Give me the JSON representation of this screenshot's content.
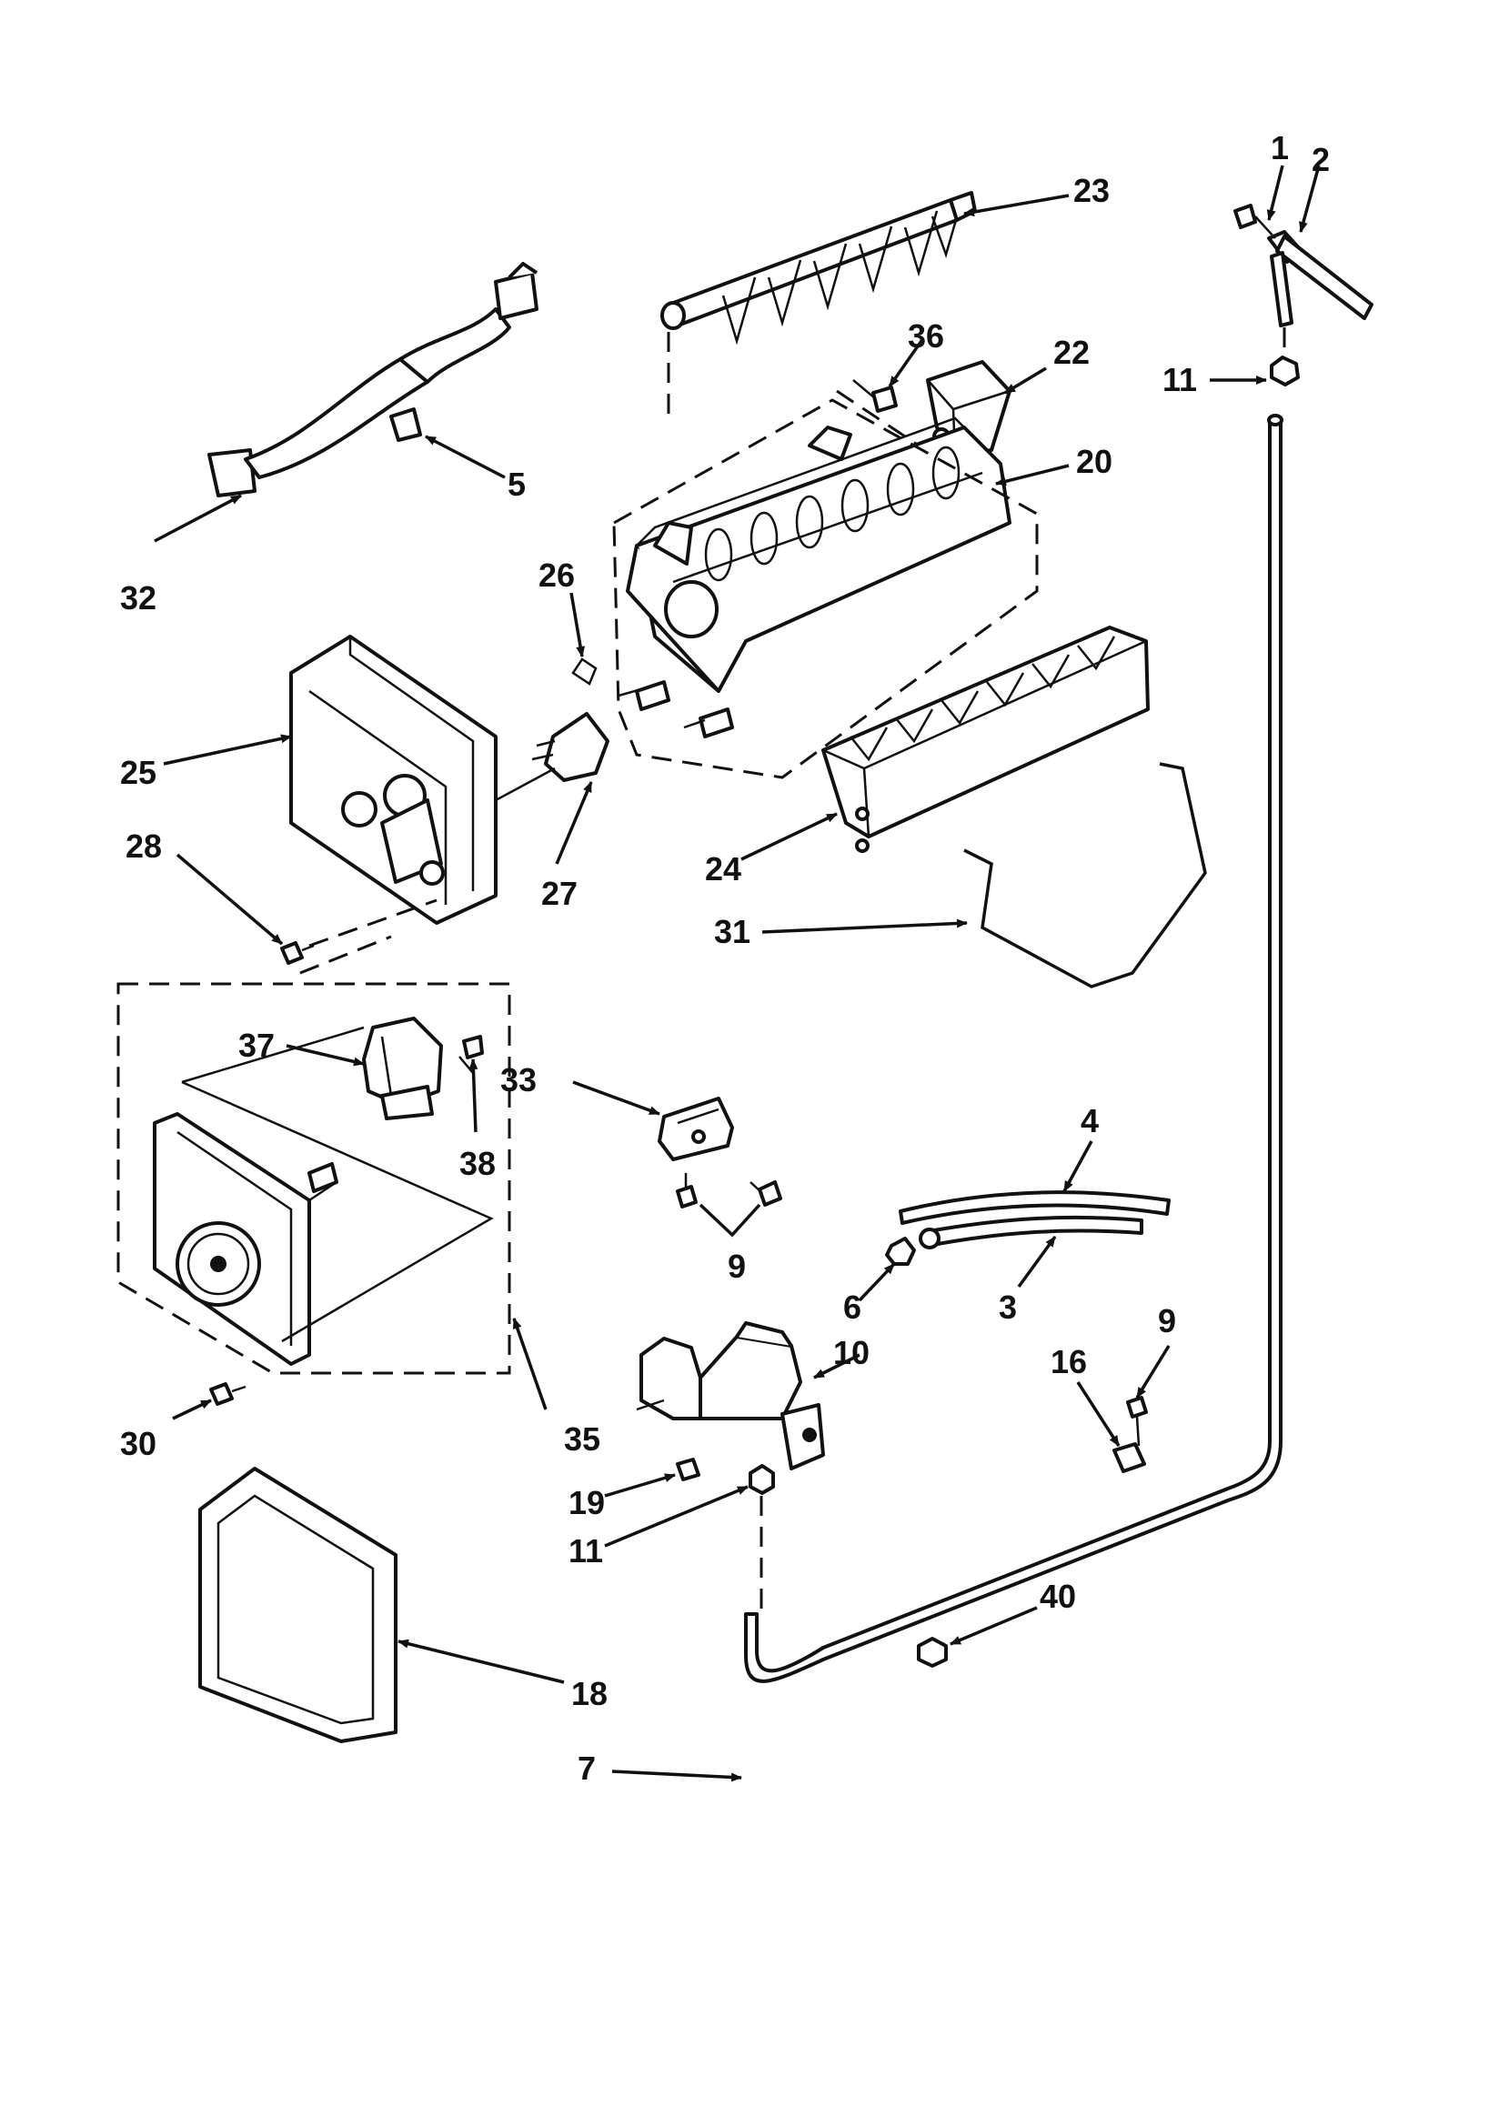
{
  "callouts": {
    "c1": "1",
    "c2": "2",
    "c3": "3",
    "c4": "4",
    "c5": "5",
    "c6": "6",
    "c7": "7",
    "c9a": "9",
    "c9b": "9",
    "c10": "10",
    "c11a": "11",
    "c11b": "11",
    "c16": "16",
    "c18": "18",
    "c19": "19",
    "c20": "20",
    "c22": "22",
    "c23": "23",
    "c24": "24",
    "c25": "25",
    "c26": "26",
    "c27": "27",
    "c28": "28",
    "c30": "30",
    "c31": "31",
    "c32": "32",
    "c33": "33",
    "c35": "35",
    "c36": "36",
    "c37": "37",
    "c38": "38",
    "c40": "40"
  }
}
